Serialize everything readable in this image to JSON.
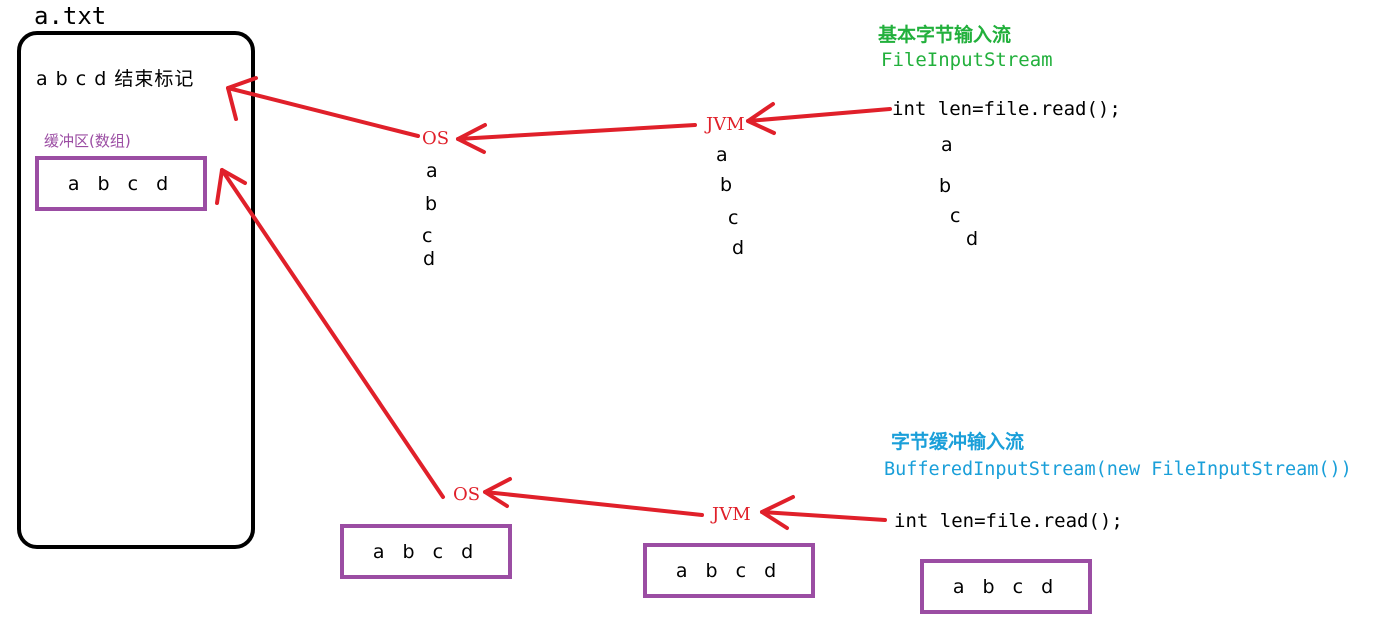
{
  "file": {
    "name": "a.txt",
    "content": "a b c d 结束标记",
    "buffer_label": "缓冲区(数组)",
    "buffer_content": "a b c d"
  },
  "basic_stream": {
    "title": "基本字节输入流",
    "class": "FileInputStream",
    "code": "int len=file.read();",
    "os": "OS",
    "jvm": "JVM",
    "letters": [
      "a",
      "b",
      "c",
      "d"
    ]
  },
  "buffered_stream": {
    "title": "字节缓冲输入流",
    "class": "BufferedInputStream(new FileInputStream())",
    "code": "int len=file.read();",
    "os": "OS",
    "jvm": "JVM",
    "os_buffer": "a b c d",
    "jvm_buffer": "a b c d",
    "code_buffer": "a b c d"
  },
  "colors": {
    "arrow": "#e0202a",
    "buffer_border": "#9b4da3",
    "basic_title": "#22b03c",
    "buffered_title": "#1a9fd9"
  }
}
